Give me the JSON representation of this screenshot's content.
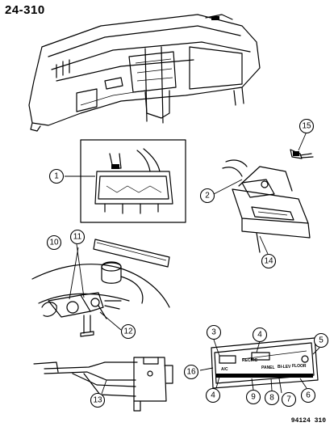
{
  "header": {
    "page_number": "24-310"
  },
  "footer": {
    "figure_code": "94124 310"
  },
  "callouts": [
    {
      "id": "c1",
      "label": "1"
    },
    {
      "id": "c2",
      "label": "2"
    },
    {
      "id": "c3",
      "label": "3"
    },
    {
      "id": "c4a",
      "label": "4"
    },
    {
      "id": "c4b",
      "label": "4"
    },
    {
      "id": "c5",
      "label": "5"
    },
    {
      "id": "c6",
      "label": "6"
    },
    {
      "id": "c7",
      "label": "7"
    },
    {
      "id": "c8",
      "label": "8"
    },
    {
      "id": "c9",
      "label": "9"
    },
    {
      "id": "c10",
      "label": "10"
    },
    {
      "id": "c11",
      "label": "11"
    },
    {
      "id": "c12",
      "label": "12"
    },
    {
      "id": "c13",
      "label": "13"
    },
    {
      "id": "c14",
      "label": "14"
    },
    {
      "id": "c15",
      "label": "15"
    },
    {
      "id": "c16",
      "label": "16"
    }
  ],
  "control_panel_labels": {
    "ac": "A/C",
    "recirc": "RECIRC",
    "panel": "PANEL",
    "bi_lev": "BI-LEV",
    "floor": "FLOOR"
  }
}
